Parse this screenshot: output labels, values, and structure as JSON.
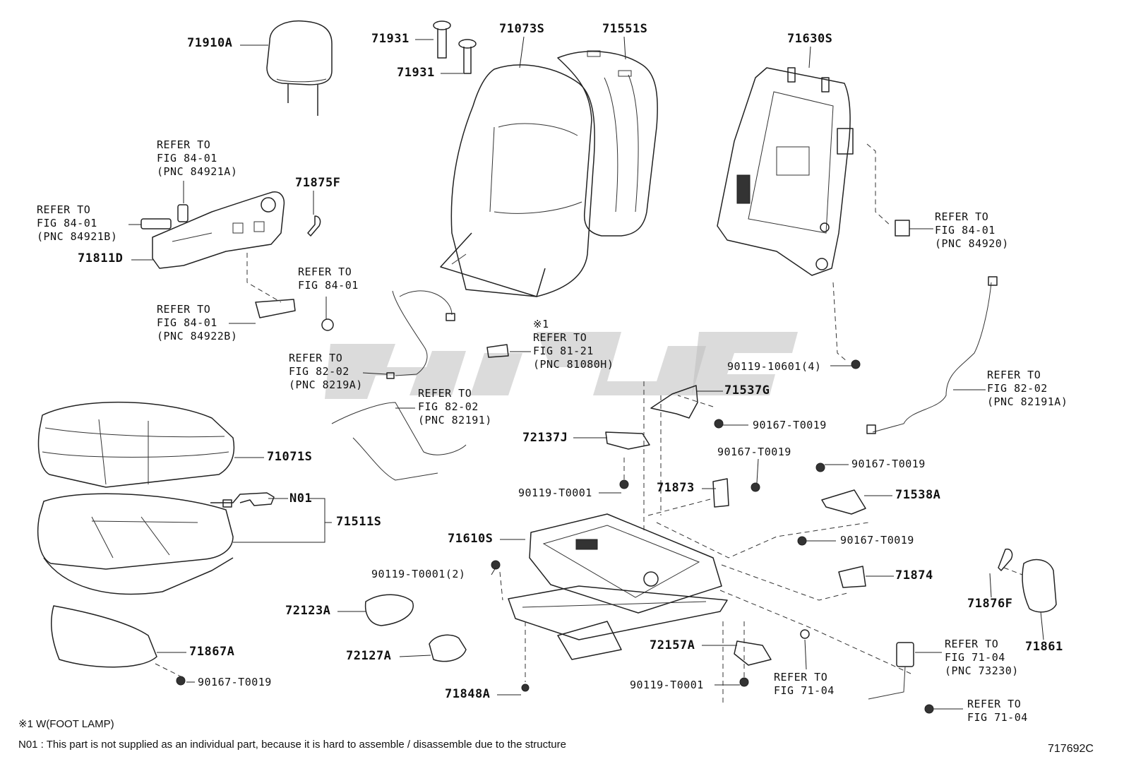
{
  "diagram": {
    "figure_id": "717692C",
    "footnotes": {
      "mark_note": "※1 W(FOOT LAMP)",
      "n01_note": "N01 : This part is not supplied as an individual part, because it is hard to assemble / disassemble due to the structure"
    },
    "callouts": [
      {
        "id": "p71910A",
        "lines": [
          "71910A"
        ]
      },
      {
        "id": "p71931a",
        "lines": [
          "71931"
        ]
      },
      {
        "id": "p71931b",
        "lines": [
          "71931"
        ]
      },
      {
        "id": "p71073S",
        "lines": [
          "71073S"
        ]
      },
      {
        "id": "p71551S",
        "lines": [
          "71551S"
        ]
      },
      {
        "id": "p71630S",
        "lines": [
          "71630S"
        ]
      },
      {
        "id": "ref84921A",
        "lines": [
          "REFER TO",
          "FIG 84-01",
          "(PNC 84921A)"
        ]
      },
      {
        "id": "p71875F",
        "lines": [
          "71875F"
        ]
      },
      {
        "id": "ref84921B",
        "lines": [
          "REFER TO",
          "FIG 84-01",
          "(PNC 84921B)"
        ]
      },
      {
        "id": "p71811D",
        "lines": [
          "71811D"
        ]
      },
      {
        "id": "ref84920",
        "lines": [
          "REFER TO",
          "FIG 84-01",
          "(PNC 84920)"
        ]
      },
      {
        "id": "ref8401bolt",
        "lines": [
          "REFER TO",
          "FIG 84-01"
        ]
      },
      {
        "id": "ref84922B",
        "lines": [
          "REFER TO",
          "FIG 84-01",
          "(PNC 84922B)"
        ]
      },
      {
        "id": "ref81080H",
        "lines": [
          "※1",
          "REFER TO",
          "FIG 81-21",
          "(PNC 81080H)"
        ]
      },
      {
        "id": "ref8219A",
        "lines": [
          "REFER TO",
          "FIG 82-02",
          "(PNC 8219A)"
        ]
      },
      {
        "id": "p90119_10601",
        "lines": [
          "90119-10601(4)"
        ]
      },
      {
        "id": "ref82191A",
        "lines": [
          "REFER TO",
          "FIG 82-02",
          "(PNC 82191A)"
        ]
      },
      {
        "id": "p71537G",
        "lines": [
          "71537G"
        ]
      },
      {
        "id": "ref82191",
        "lines": [
          "REFER TO",
          "FIG 82-02",
          "(PNC 82191)"
        ]
      },
      {
        "id": "p90167_T0019a",
        "lines": [
          "90167-T0019"
        ]
      },
      {
        "id": "p72137J",
        "lines": [
          "72137J"
        ]
      },
      {
        "id": "p90167_T0019b",
        "lines": [
          "90167-T0019"
        ]
      },
      {
        "id": "p90167_T0019c",
        "lines": [
          "90167-T0019"
        ]
      },
      {
        "id": "p71071S",
        "lines": [
          "71071S"
        ]
      },
      {
        "id": "p90119_T0001a",
        "lines": [
          "90119-T0001"
        ]
      },
      {
        "id": "p71873",
        "lines": [
          "71873"
        ]
      },
      {
        "id": "p71538A",
        "lines": [
          "71538A"
        ]
      },
      {
        "id": "pN01",
        "lines": [
          "N01"
        ]
      },
      {
        "id": "p71511S",
        "lines": [
          "71511S"
        ]
      },
      {
        "id": "p71610S",
        "lines": [
          "71610S"
        ]
      },
      {
        "id": "p90167_T0019d",
        "lines": [
          "90167-T0019"
        ]
      },
      {
        "id": "p90119_T0001_2",
        "lines": [
          "90119-T0001(2)"
        ]
      },
      {
        "id": "p71874",
        "lines": [
          "71874"
        ]
      },
      {
        "id": "p71876F",
        "lines": [
          "71876F"
        ]
      },
      {
        "id": "p72123A",
        "lines": [
          "72123A"
        ]
      },
      {
        "id": "p71861",
        "lines": [
          "71861"
        ]
      },
      {
        "id": "ref73230",
        "lines": [
          "REFER TO",
          "FIG 71-04",
          "(PNC 73230)"
        ]
      },
      {
        "id": "p71867A",
        "lines": [
          "71867A"
        ]
      },
      {
        "id": "p72157A",
        "lines": [
          "72157A"
        ]
      },
      {
        "id": "p72127A",
        "lines": [
          "72127A"
        ]
      },
      {
        "id": "ref7104a",
        "lines": [
          "REFER TO",
          "FIG 71-04"
        ]
      },
      {
        "id": "p90167_T0019e",
        "lines": [
          "90167-T0019"
        ]
      },
      {
        "id": "p90119_T0001b",
        "lines": [
          "90119-T0001"
        ]
      },
      {
        "id": "p71848A",
        "lines": [
          "71848A"
        ]
      },
      {
        "id": "ref7104b",
        "lines": [
          "REFER TO",
          "FIG 71-04"
        ]
      }
    ]
  }
}
